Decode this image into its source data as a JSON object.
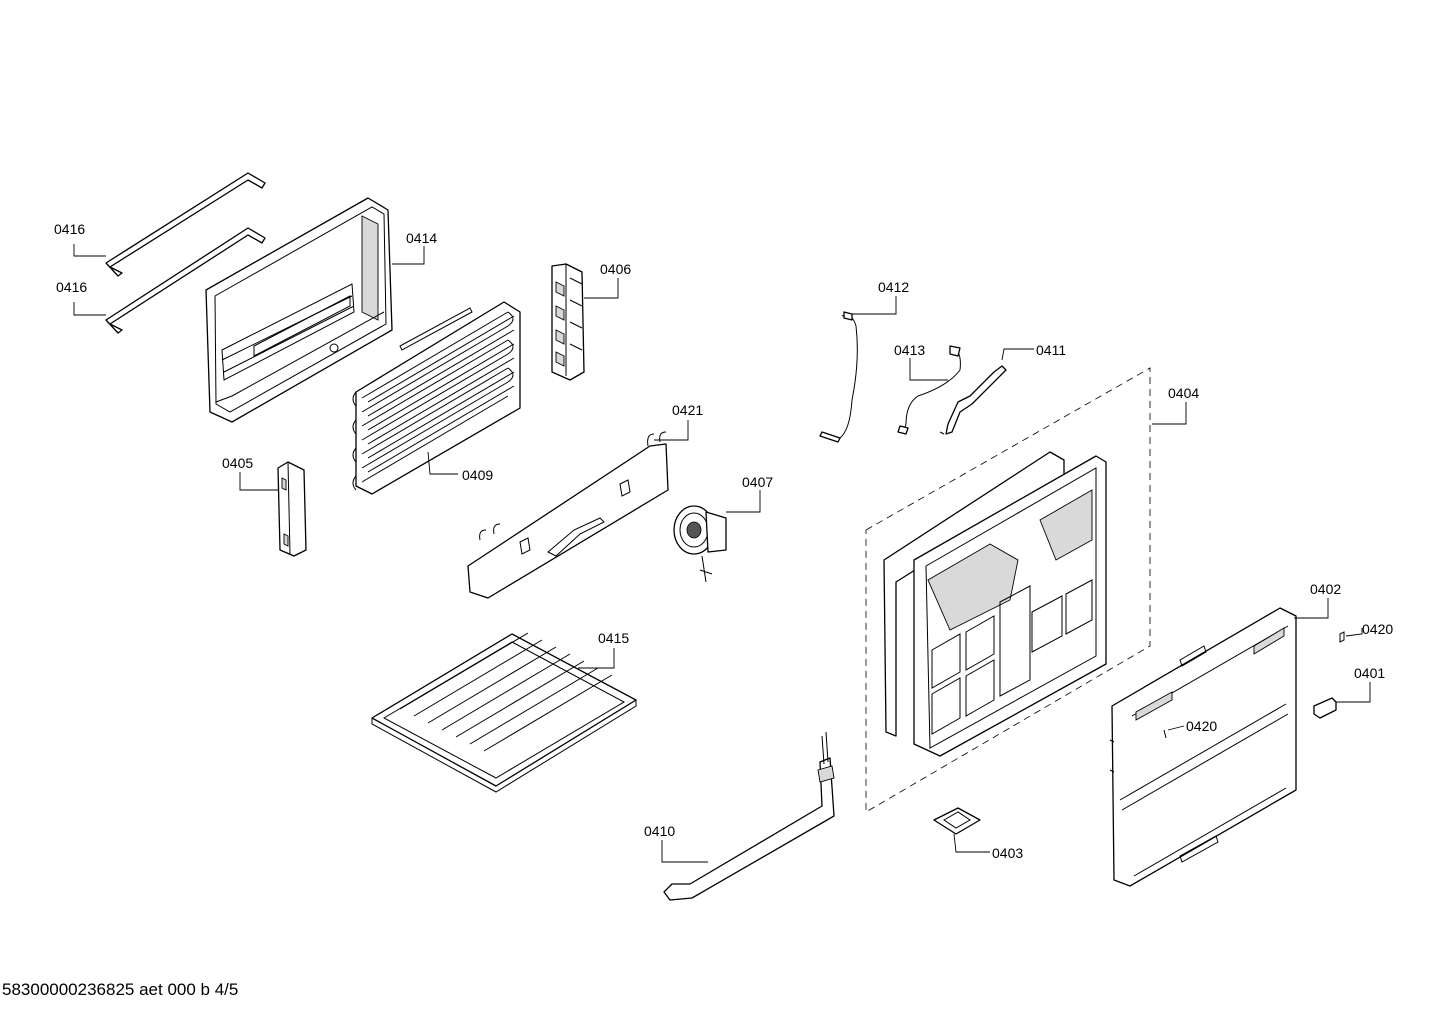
{
  "labels": {
    "l0416a": "0416",
    "l0416b": "0416",
    "l0414": "0414",
    "l0406": "0406",
    "l0405": "0405",
    "l0409": "0409",
    "l0421": "0421",
    "l0407": "0407",
    "l0412": "0412",
    "l0413": "0413",
    "l0411": "0411",
    "l0404": "0404",
    "l0415": "0415",
    "l0410": "0410",
    "l0403": "0403",
    "l0402": "0402",
    "l0420a": "0420",
    "l0420b": "0420",
    "l0401": "0401"
  },
  "footer": "58300000236825 aet 000 b 4/5"
}
